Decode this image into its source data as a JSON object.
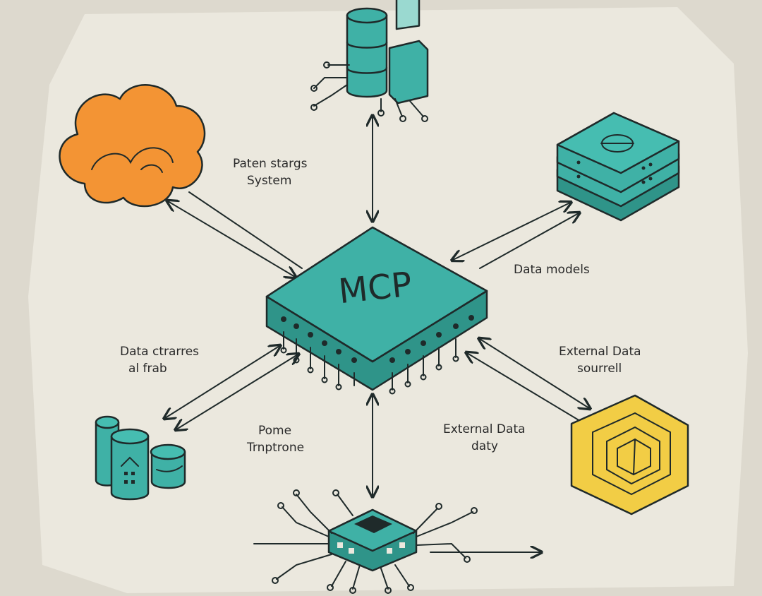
{
  "colors": {
    "background": "#ddd9ce",
    "paper": "#ebe8de",
    "teal": "#3fb1a6",
    "teal_dark": "#2f9489",
    "orange": "#f39434",
    "yellow": "#f2cd45",
    "ink": "#1f2a2a"
  },
  "hub": {
    "label": "MCP"
  },
  "labels": {
    "top_left": [
      "Paten stargs",
      "System"
    ],
    "right": [
      "Data  models"
    ],
    "left": [
      "Data ctrarres",
      "al frab"
    ],
    "right_lower": [
      "External Data",
      "sourrell"
    ],
    "bottom_left": [
      "Pome",
      "Trnptrone"
    ],
    "bottom_right": [
      "External Data",
      "daty"
    ]
  },
  "nodes": [
    {
      "name": "cloud-icon",
      "color": "orange"
    },
    {
      "name": "database-server-icon",
      "color": "teal"
    },
    {
      "name": "server-stack-icon",
      "color": "teal"
    },
    {
      "name": "storage-cylinders-icon",
      "color": "teal"
    },
    {
      "name": "cube-icon",
      "color": "yellow"
    },
    {
      "name": "small-chip-icon",
      "color": "teal"
    }
  ]
}
